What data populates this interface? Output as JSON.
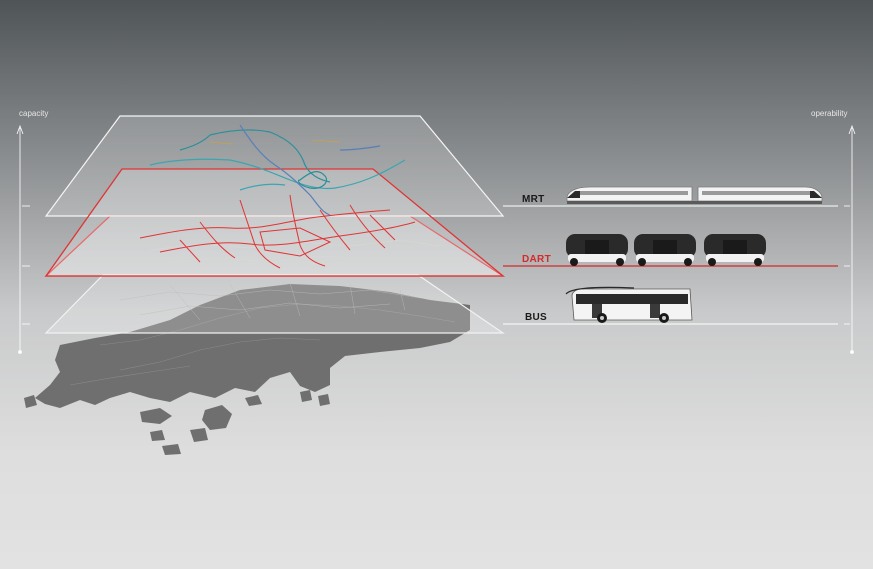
{
  "axes": {
    "left_label": "capacity",
    "right_label": "operability"
  },
  "layers": [
    {
      "id": "mrt",
      "label": "MRT",
      "color": "#1a1a1a",
      "line_color": "#ffffff"
    },
    {
      "id": "dart",
      "label": "DART",
      "color": "#d42a2a",
      "line_color": "#d42a2a"
    },
    {
      "id": "bus",
      "label": "BUS",
      "color": "#1a1a1a",
      "line_color": "#ffffff"
    }
  ],
  "colors": {
    "mrt_lines": [
      "#2a8f9a",
      "#3aa6b0",
      "#5a7fb8",
      "#c9a24a"
    ],
    "dart_network": "#e03434",
    "land": "#6c6c6c"
  }
}
